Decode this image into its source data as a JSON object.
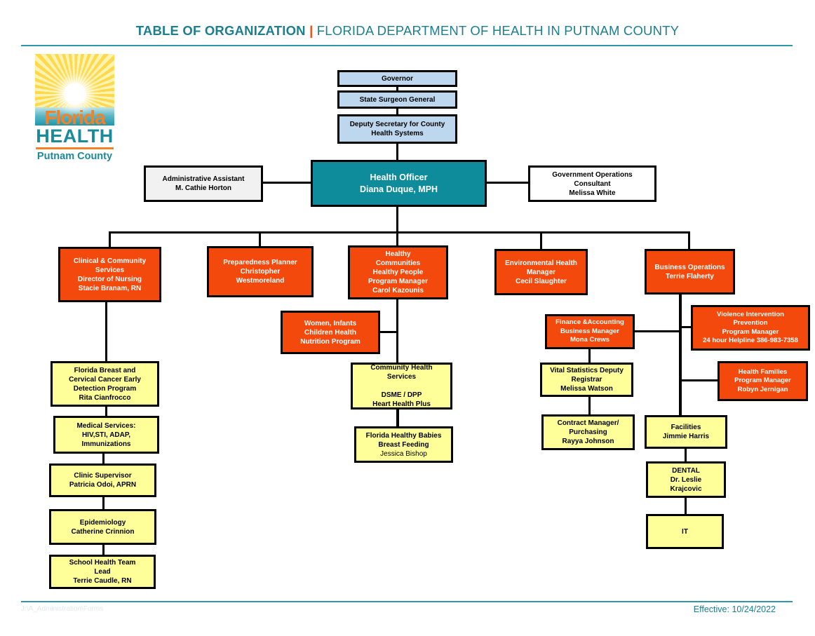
{
  "title": {
    "left": "TABLE OF ORGANIZATION ",
    "sep": "| ",
    "right": "FLORIDA DEPARTMENT OF HEALTH IN PUTNAM COUNTY"
  },
  "logo": {
    "florida": "Florida",
    "health": "HEALTH",
    "county": "Putnam County"
  },
  "colors": {
    "teal": "#0E8C9B",
    "title_teal": "#1B7F8F",
    "orange": "#F4490C",
    "yellow": "#FFFF99",
    "light_blue": "#BDD7EE",
    "logo_orange": "#F58025"
  },
  "nodes": {
    "governor": {
      "text": "Governor"
    },
    "surgeon_general": {
      "text": "State Surgeon General"
    },
    "deputy_secretary": {
      "text": "Deputy Secretary for County\nHealth Systems"
    },
    "health_officer": {
      "text": "Health Officer\nDiana Duque, MPH"
    },
    "admin_assistant": {
      "text": "Administrative Assistant\nM. Cathie Horton"
    },
    "gov_ops_consultant": {
      "text": "Government Operations\nConsultant\nMelissa White"
    },
    "clinical_services": {
      "text": "Clinical & Community\nServices\nDirector  of Nursing\nStacie Branam, RN"
    },
    "preparedness": {
      "text": "Preparedness Planner\nChristopher\nWestmoreland"
    },
    "healthy_communities": {
      "text": "Healthy\nCommunities\nHealthy People\nProgram Manager\nCarol Kazounis"
    },
    "environmental_health": {
      "text": "Environmental Health\nManager\nCecil Slaughter"
    },
    "business_operations": {
      "text": "Business Operations\nTerrie Flaherty"
    },
    "wic": {
      "text": "Women, Infants\nChildren Health\nNutrition Program"
    },
    "finance": {
      "text": "Finance &Accounting\nBusiness Manager\nMona Crews"
    },
    "violence_prevention": {
      "text": "Violence Intervention\nPrevention\nProgram Manager\n24 hour Helpline  386-983-7358"
    },
    "health_families": {
      "text": "Health Families\nProgram Manager\nRobyn Jernigan"
    },
    "breast_cancer_program": {
      "text": "Florida Breast  and\nCervical Cancer Early\nDetection Program\nRita Cianfrocco"
    },
    "medical_services": {
      "text": "Medical Services:\nHIV,STI, ADAP,\nImmunizations"
    },
    "clinic_supervisor": {
      "text": "Clinic Supervisor\nPatricia Odoi, APRN"
    },
    "epidemiology": {
      "text": "Epidemiology\nCatherine Crinnion"
    },
    "school_health": {
      "text": "School Health Team\nLead\nTerrie Caudle, RN"
    },
    "community_health": {
      "text": "Community Health\nServices\n\nDSME /  DPP\nHeart Health Plus"
    },
    "healthy_babies": {
      "text": "Florida Healthy Babies\nBreast Feeding",
      "sub": "Jessica Bishop"
    },
    "vital_statistics": {
      "text": "Vital Statistics Deputy\nRegistrar\nMelissa Watson"
    },
    "contract_manager": {
      "text": "Contract Manager/\nPurchasing\nRayya Johnson"
    },
    "facilities": {
      "text": "Facilities\nJimmie Harris"
    },
    "dental": {
      "text": "DENTAL\nDr. Leslie\nKrajcovic"
    },
    "it": {
      "text": "IT"
    }
  },
  "footer": {
    "path": "J:\\A_Administration\\Forms",
    "effective": "Effective: 10/24/2022"
  }
}
